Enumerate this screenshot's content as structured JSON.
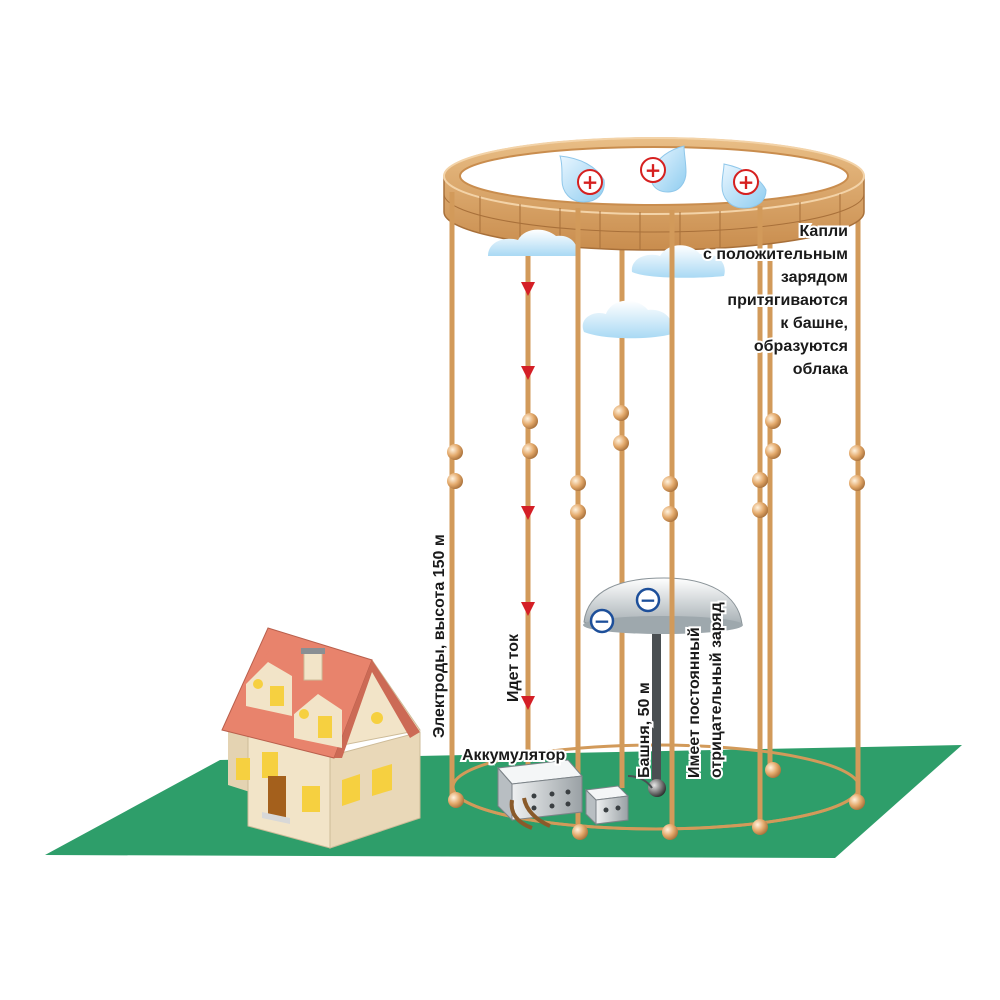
{
  "labels": {
    "drops": [
      "Капли",
      "с положительным",
      "зарядом",
      "притягиваются",
      "к башне,",
      "образуются",
      "облака"
    ],
    "electrodes": "Электроды, высота 150 м",
    "current": "Идет ток",
    "tower": "Башня, 50 м",
    "charge": [
      "Имеет постоянный",
      "отрицательный заряд"
    ],
    "battery": "Аккумулятор"
  },
  "icons": {
    "positive": "plus-charge-icon",
    "negative": "minus-charge-icon"
  },
  "symbols": {
    "plus": "+",
    "minus": "−"
  },
  "colors": {
    "ground": "#2e9e6a",
    "ring": "#d8a266",
    "rod": "#d29a5a",
    "bead": "#e4aa6c",
    "positive": "#d6201f",
    "negative": "#1d4f9a",
    "arrow": "#d41f26",
    "roof": "#e8836c",
    "wall": "#f2e4c8",
    "window": "#f6d040"
  }
}
